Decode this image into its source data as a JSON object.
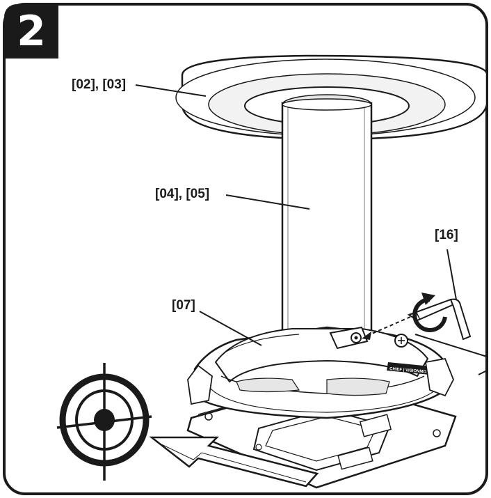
{
  "step": {
    "number": "2"
  },
  "callouts": {
    "canopy": "[02], [03]",
    "tube": "[04], [05]",
    "hex_key": "[16]",
    "adapter": "[07]"
  },
  "plate_text": {
    "brand_left": "CHIEF",
    "brand_right": "VISIONMOUNT"
  },
  "icons": {
    "target": "alignment-target-icon",
    "arrow": "direction-arrow-icon",
    "rotate": "rotate-arrow-icon"
  },
  "colors": {
    "ink": "#1a1a1a",
    "paper": "#ffffff",
    "shade": "#e6e6e6"
  }
}
